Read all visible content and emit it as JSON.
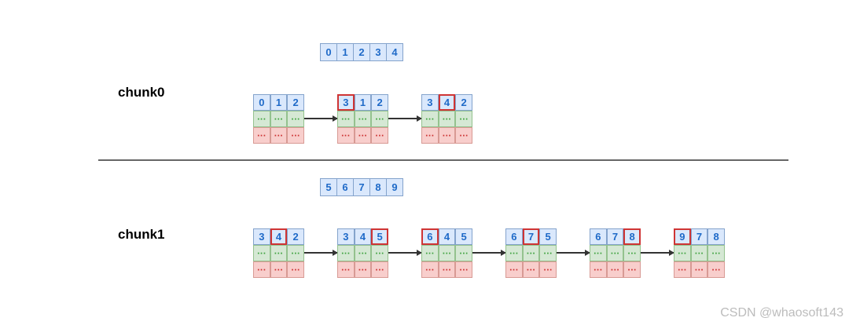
{
  "watermark": "CSDN @whaosoft143",
  "glyphs": {
    "dots": "..."
  },
  "colors": {
    "cell_blue_fill": "#dae8fc",
    "cell_blue_border": "#84a3cc",
    "cell_green_fill": "#d5e8d4",
    "cell_green_border": "#94c28e",
    "cell_red_fill": "#f8cecc",
    "cell_red_border": "#d89a94",
    "number_text": "#1f6ac8",
    "green_dots": "#3fa33f",
    "red_dots": "#cc3333",
    "highlight_border": "#cf3434",
    "arrow": "#333333",
    "divider": "#666666",
    "watermark": "#bcbcbc"
  },
  "chunk0": {
    "label": "chunk0",
    "input_row": [
      "0",
      "1",
      "2",
      "3",
      "4"
    ],
    "tables": [
      {
        "values": [
          "0",
          "1",
          "2"
        ],
        "highlight_index": -1
      },
      {
        "values": [
          "3",
          "1",
          "2"
        ],
        "highlight_index": 0
      },
      {
        "values": [
          "3",
          "4",
          "2"
        ],
        "highlight_index": 1
      }
    ]
  },
  "chunk1": {
    "label": "chunk1",
    "input_row": [
      "5",
      "6",
      "7",
      "8",
      "9"
    ],
    "tables": [
      {
        "values": [
          "3",
          "4",
          "2"
        ],
        "highlight_index": 1
      },
      {
        "values": [
          "3",
          "4",
          "5"
        ],
        "highlight_index": 2
      },
      {
        "values": [
          "6",
          "4",
          "5"
        ],
        "highlight_index": 0
      },
      {
        "values": [
          "6",
          "7",
          "5"
        ],
        "highlight_index": 1
      },
      {
        "values": [
          "6",
          "7",
          "8"
        ],
        "highlight_index": 2
      },
      {
        "values": [
          "9",
          "7",
          "8"
        ],
        "highlight_index": 0
      }
    ]
  }
}
